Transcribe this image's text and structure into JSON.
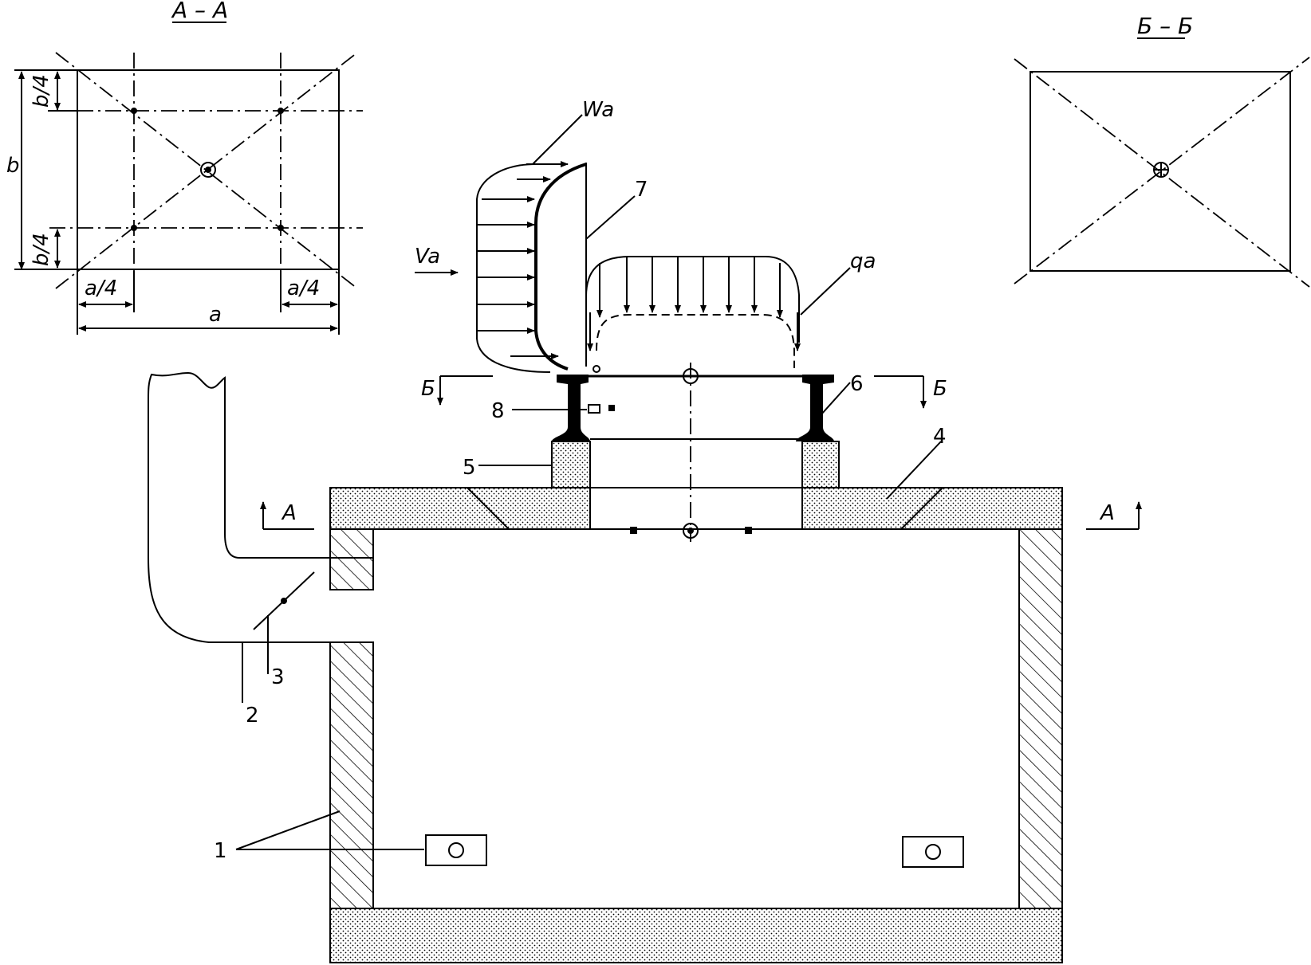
{
  "sections": {
    "aa_title": "А – А",
    "bb_title": "Б – Б"
  },
  "dimensions": {
    "b": "b",
    "b_quarter_top": "b/4",
    "b_quarter_bottom": "b/4",
    "a": "a",
    "a_quarter_left": "a/4",
    "a_quarter_right": "a/4"
  },
  "loads": {
    "wind_speed": "Va",
    "wind_pressure": "Wa",
    "snow_load": "qa"
  },
  "cut_marks": {
    "b_left": "Б",
    "b_right": "Б",
    "a_left": "А",
    "a_right": "А"
  },
  "callouts": {
    "c1": "1",
    "c2": "2",
    "c3": "3",
    "c4": "4",
    "c5": "5",
    "c6": "6",
    "c7": "7",
    "c8": "8"
  }
}
